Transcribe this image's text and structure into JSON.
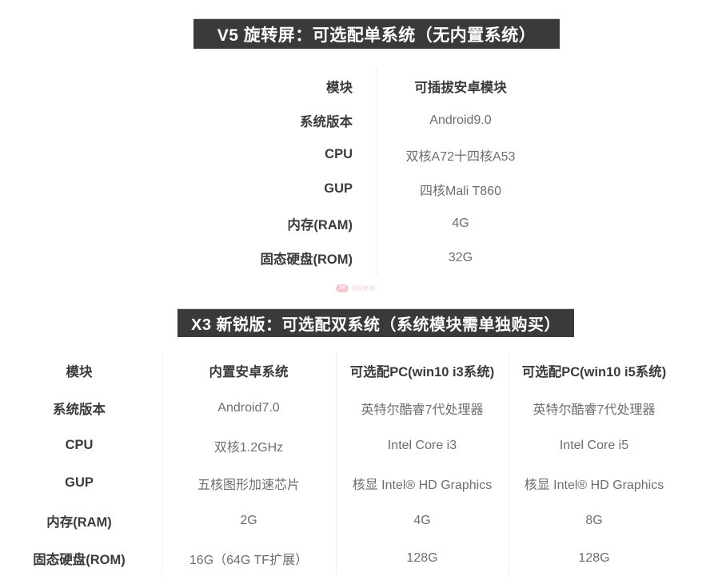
{
  "section_v5": {
    "banner_title": "V5 旋转屏：可选配单系统（无内置系统）",
    "table": {
      "rows": [
        {
          "label": "模块",
          "value": "可插拔安卓模块"
        },
        {
          "label": "系统版本",
          "value": "Android9.0"
        },
        {
          "label": "CPU",
          "value": "双核A72十四核A53"
        },
        {
          "label": "GUP",
          "value": "四核Mali T860"
        },
        {
          "label": "内存(RAM)",
          "value": "4G"
        },
        {
          "label": "固态硬盘(ROM)",
          "value": "32G"
        }
      ]
    }
  },
  "watermark": {
    "badge": "XF",
    "text": "讯防商城"
  },
  "section_x3": {
    "banner_title": "X3 新锐版：可选配双系统（系统模块需单独购买）",
    "table": {
      "rows": [
        {
          "label": "模块",
          "c1": "内置安卓系统",
          "c2": "可选配PC(win10 i3系统)",
          "c3": "可选配PC(win10 i5系统)"
        },
        {
          "label": "系统版本",
          "c1": "Android7.0",
          "c2": "英特尔酷睿7代处理器",
          "c3": "英特尔酷睿7代处理器"
        },
        {
          "label": "CPU",
          "c1": "双核1.2GHz",
          "c2": "Intel Core i3",
          "c3": "Intel Core i5"
        },
        {
          "label": "GUP",
          "c1": "五核图形加速芯片",
          "c2": "核显 Intel® HD Graphics",
          "c3": "核显 Intel® HD Graphics"
        },
        {
          "label": "内存(RAM)",
          "c1": "2G",
          "c2": "4G",
          "c3": "8G"
        },
        {
          "label": "固态硬盘(ROM)",
          "c1": "16G（64G TF扩展）",
          "c2": "128G",
          "c3": "128G"
        }
      ]
    }
  },
  "colors": {
    "banner_background": "#3a3a3a",
    "banner_text": "#ffffff",
    "label_text": "#3b3b3b",
    "value_text": "#6e6e6e",
    "divider": "#ededed",
    "watermark_badge": "#f09aa8"
  }
}
